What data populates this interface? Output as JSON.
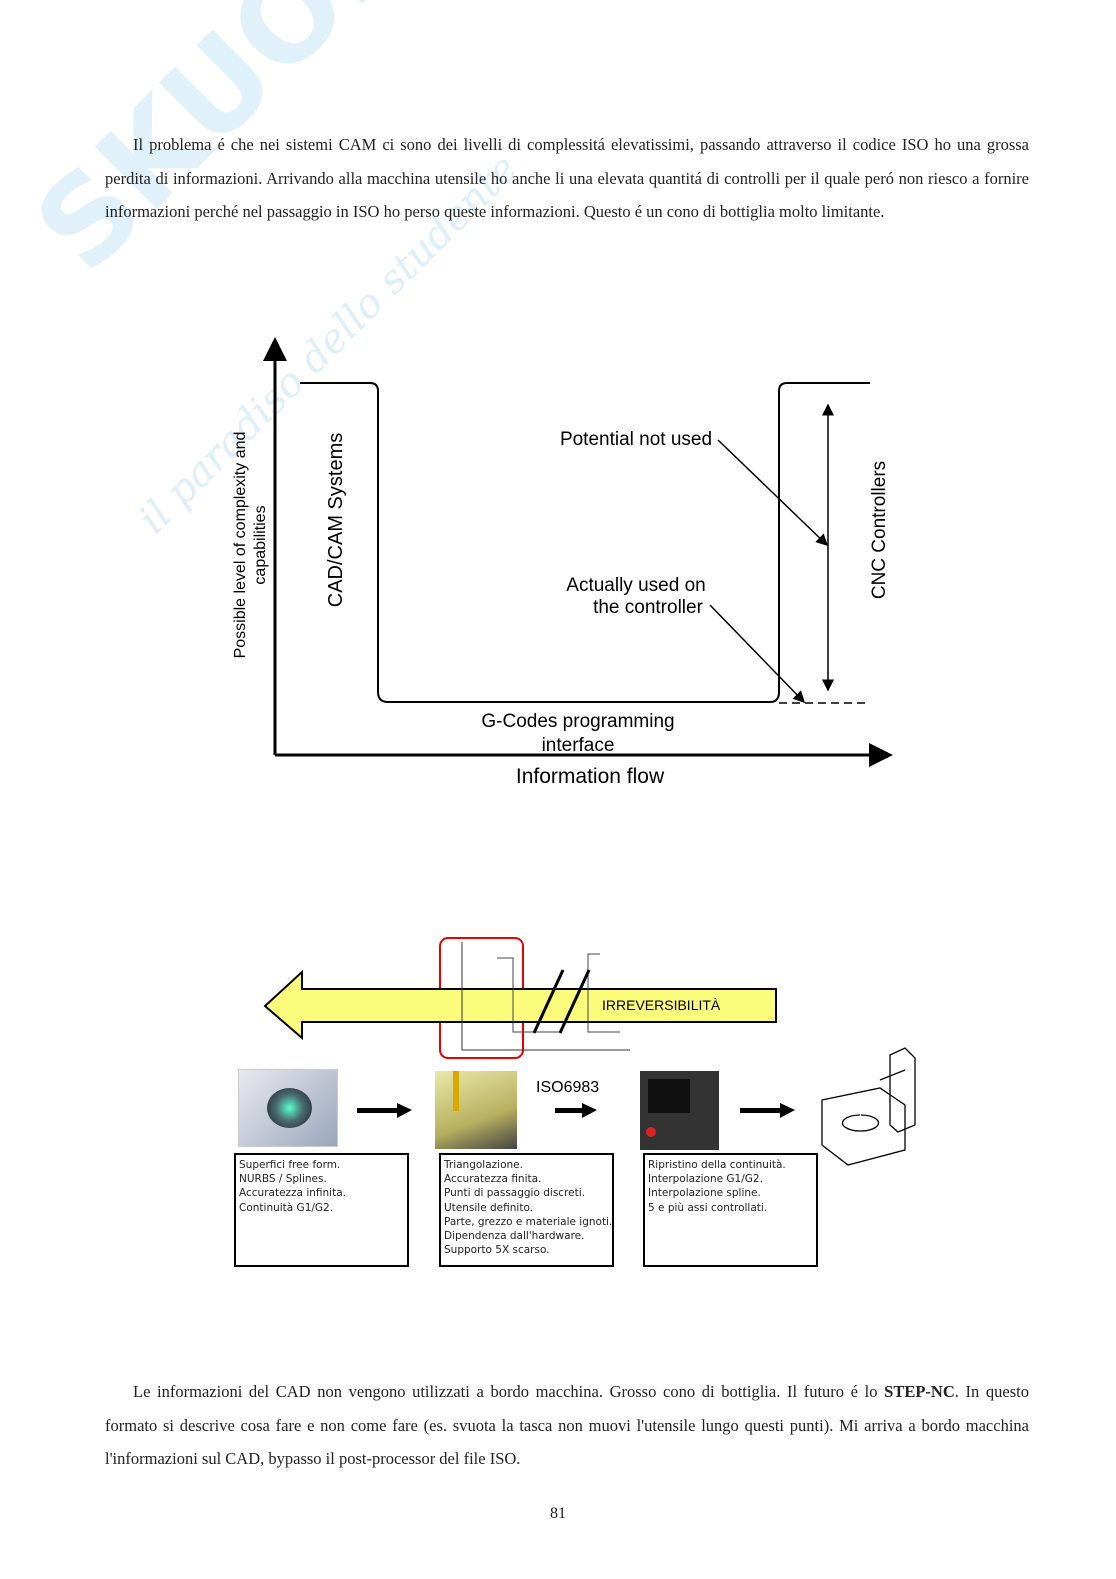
{
  "watermark": {
    "brand": "SKUOLA.net",
    "tagline": "il paradiso dello studente"
  },
  "paragraph1": "Il problema é che nei sistemi CAM ci sono dei livelli di complessitá elevatissimi, passando attraverso il codice ISO ho una grossa perdita di informazioni. Arrivando alla macchina utensile ho anche li una elevata quantitá di controlli per il quale peró non riesco a fornire informazioni perché nel passaggio in ISO ho perso queste informazioni. Questo é un cono di bottiglia molto limitante.",
  "figure1": {
    "ylabel_line1": "Possible level of complexity and",
    "ylabel_line2": "capabilities",
    "xlabel": "Information flow",
    "cadcam": "CAD/CAM Systems",
    "cnc": "CNC Controllers",
    "potential": "Potential not used",
    "actually_line1": "Actually used on",
    "actually_line2": "the controller",
    "gcodes_line1": "G-Codes programming",
    "gcodes_line2": "interface"
  },
  "figure2": {
    "arrow_label": "IRREVERSIBILITÀ",
    "iso_label": "ISO6983",
    "boxes": [
      {
        "lines": [
          "Superfici free form.",
          "NURBS / Splines.",
          "Accuratezza infinita.",
          "Continuità G1/G2."
        ]
      },
      {
        "lines": [
          "Triangolazione.",
          "Accuratezza finita.",
          "Punti di passaggio discreti.",
          "Utensile definito.",
          "Parte, grezzo e materiale ignoti.",
          "Dipendenza dall'hardware.",
          "Supporto 5X scarso."
        ]
      },
      {
        "lines": [
          "Ripristino della continuità.",
          "Interpolazione G1/G2.",
          "Interpolazione spline.",
          "5 e più assi controllati."
        ]
      }
    ]
  },
  "paragraph2": {
    "before": "Le informazioni del CAD non vengono utilizzati a bordo macchina.  Grosso cono di bottiglia.  Il futuro é lo ",
    "bold": "STEP-NC",
    "after": ". In questo formato si descrive cosa fare e non come fare (es. svuota la tasca non muovi l'utensile lungo questi punti). Mi arriva a bordo macchina l'informazioni sul CAD, bypasso il post-processor del file ISO."
  },
  "page_number": "81"
}
